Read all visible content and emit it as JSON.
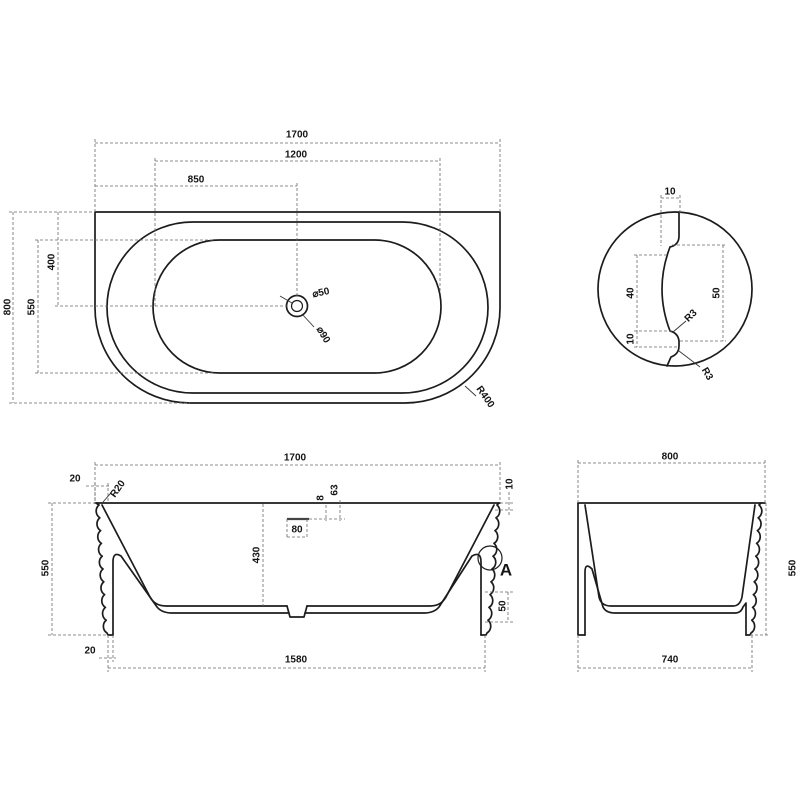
{
  "top_view": {
    "dim_overall_length": "1700",
    "dim_basin_length": "1200",
    "dim_drain_offset": "850",
    "dim_overall_width": "800",
    "dim_basin_width": "550",
    "dim_drain_depth": "400",
    "drain_inner": "⌀50",
    "drain_outer": "⌀90",
    "corner_radius": "R400"
  },
  "detail": {
    "dim_top": "10",
    "dim_groove": "40",
    "dim_pitch": "50",
    "dim_lower": "10",
    "radius_upper": "R3",
    "radius_lower": "R3"
  },
  "front_view": {
    "dim_length": "1700",
    "dim_rim_inset": "20",
    "rim_radius": "R20",
    "dim_drain_a": "8",
    "dim_drain_b": "63",
    "dim_rim_thickness": "10",
    "dim_depth": "430",
    "dim_drain_width": "80",
    "dim_height": "550",
    "detail_marker": "A",
    "dim_groove_pitch": "50",
    "dim_base_inset": "20",
    "dim_base_length": "1580"
  },
  "side_view": {
    "dim_width": "800",
    "dim_height": "550",
    "dim_base_width": "740"
  }
}
